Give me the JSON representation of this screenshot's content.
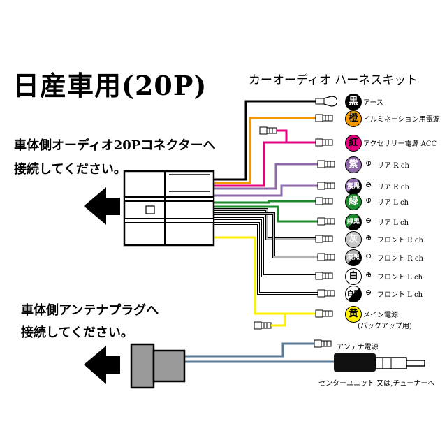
{
  "title": "日産車用(20P)",
  "kit_title": "カーオーディオ ハーネスキット",
  "instruction_connector": [
    "車体側オーディオ20Pコネクターへ",
    "接続してください。"
  ],
  "instruction_antenna": [
    "車体側アンテナプラグへ",
    "接続してください。"
  ],
  "wires": [
    {
      "badge": "黒",
      "polarity": "",
      "label": "アース",
      "color": "#000000"
    },
    {
      "badge": "橙",
      "polarity": "",
      "label": "イルミネーション用電源",
      "color": "#f39800"
    },
    {
      "badge": "紅",
      "polarity": "",
      "label": "アクセサリー電源 ACC",
      "color": "#e4007f"
    },
    {
      "badge": "紫",
      "polarity": "⊕",
      "label": "リア R ch",
      "color": "#8e6aa8"
    },
    {
      "badge": "紫黒",
      "polarity": "⊖",
      "label": "リア R ch",
      "color": "#8e6aa8"
    },
    {
      "badge": "緑",
      "polarity": "⊕",
      "label": "リア L ch",
      "color": "#1a8a2a"
    },
    {
      "badge": "緑黒",
      "polarity": "⊖",
      "label": "リア L ch",
      "color": "#1a8a2a"
    },
    {
      "badge": "灰",
      "polarity": "⊕",
      "label": "フロント R ch",
      "color": "#b5b5b5"
    },
    {
      "badge": "灰黒",
      "polarity": "⊖",
      "label": "フロント R ch",
      "color": "#b5b5b5"
    },
    {
      "badge": "白",
      "polarity": "⊕",
      "label": "フロント L ch",
      "color": "#ffffff"
    },
    {
      "badge": "白黒",
      "polarity": "⊖",
      "label": "フロント L ch",
      "color": "#ffffff"
    },
    {
      "badge": "黄",
      "polarity": "",
      "label": "メイン電源",
      "color": "#fff000"
    }
  ],
  "backup_label": "(バックアップ用)",
  "antenna_power_label": "アンテナ電源",
  "center_unit_label": "センターユニット 又は,チューナーへ"
}
